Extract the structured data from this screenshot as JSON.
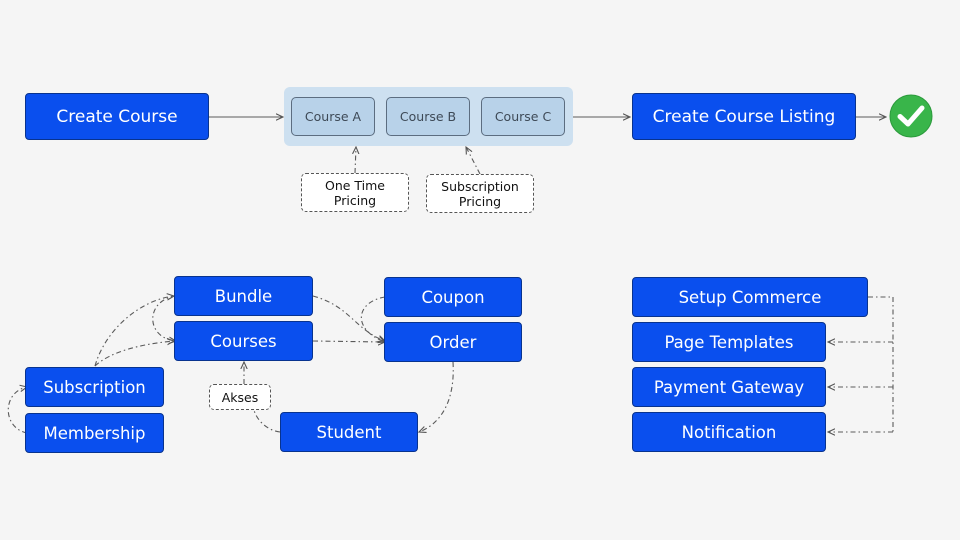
{
  "top_flow": {
    "create_course": "Create Course",
    "courses": [
      "Course A",
      "Course B",
      "Course C"
    ],
    "create_listing": "Create Course Listing",
    "pricing_notes": [
      {
        "line1": "One Time",
        "line2": "Pricing"
      },
      {
        "line1": "Subscription",
        "line2": "Pricing"
      }
    ],
    "done_icon": "check-circle-icon"
  },
  "relations": {
    "bundle": "Bundle",
    "courses": "Courses",
    "subscription": "Subscription",
    "membership": "Membership",
    "coupon": "Coupon",
    "order": "Order",
    "student": "Student",
    "access_note": "Akses"
  },
  "commerce": {
    "setup": "Setup Commerce",
    "page_templates": "Page Templates",
    "payment_gateway": "Payment Gateway",
    "notification": "Notification"
  },
  "colors": {
    "node_fill": "#0a4fee",
    "node_text": "#ffffff",
    "group_fill": "#cde0f0",
    "connector": "#555555",
    "success": "#39b54a"
  }
}
